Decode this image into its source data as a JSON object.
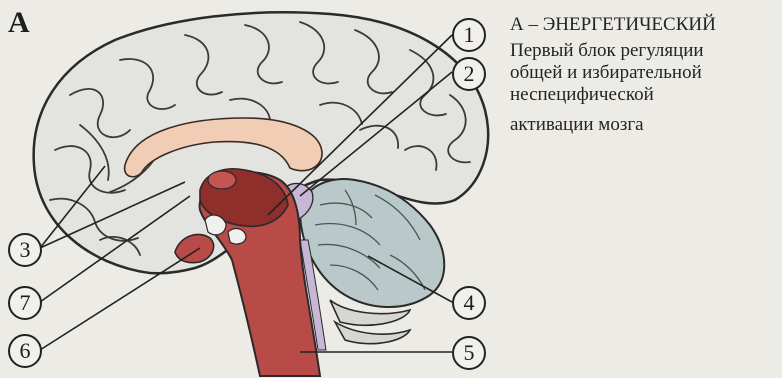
{
  "panel_letter": "А",
  "caption": {
    "heading": "А – ЭНЕРГЕТИЧЕСКИЙ",
    "lines": [
      "Первый блок регуляции",
      "общей и избирательной",
      "неспецифической",
      "активации мозга"
    ]
  },
  "callouts": [
    {
      "label": "1"
    },
    {
      "label": "2"
    },
    {
      "label": "3"
    },
    {
      "label": "4"
    },
    {
      "label": "5"
    },
    {
      "label": "6"
    },
    {
      "label": "7"
    }
  ],
  "colors": {
    "background": "#ecebe6",
    "cortex": "#e3e3e0",
    "corpus_callosum": "#f2cdb6",
    "brainstem": "#b84a48",
    "thalamus": "#8e2f2b",
    "cerebellum": "#b9c8c8",
    "lilac": "#c7b7d6",
    "outline": "#2a2a2a"
  }
}
